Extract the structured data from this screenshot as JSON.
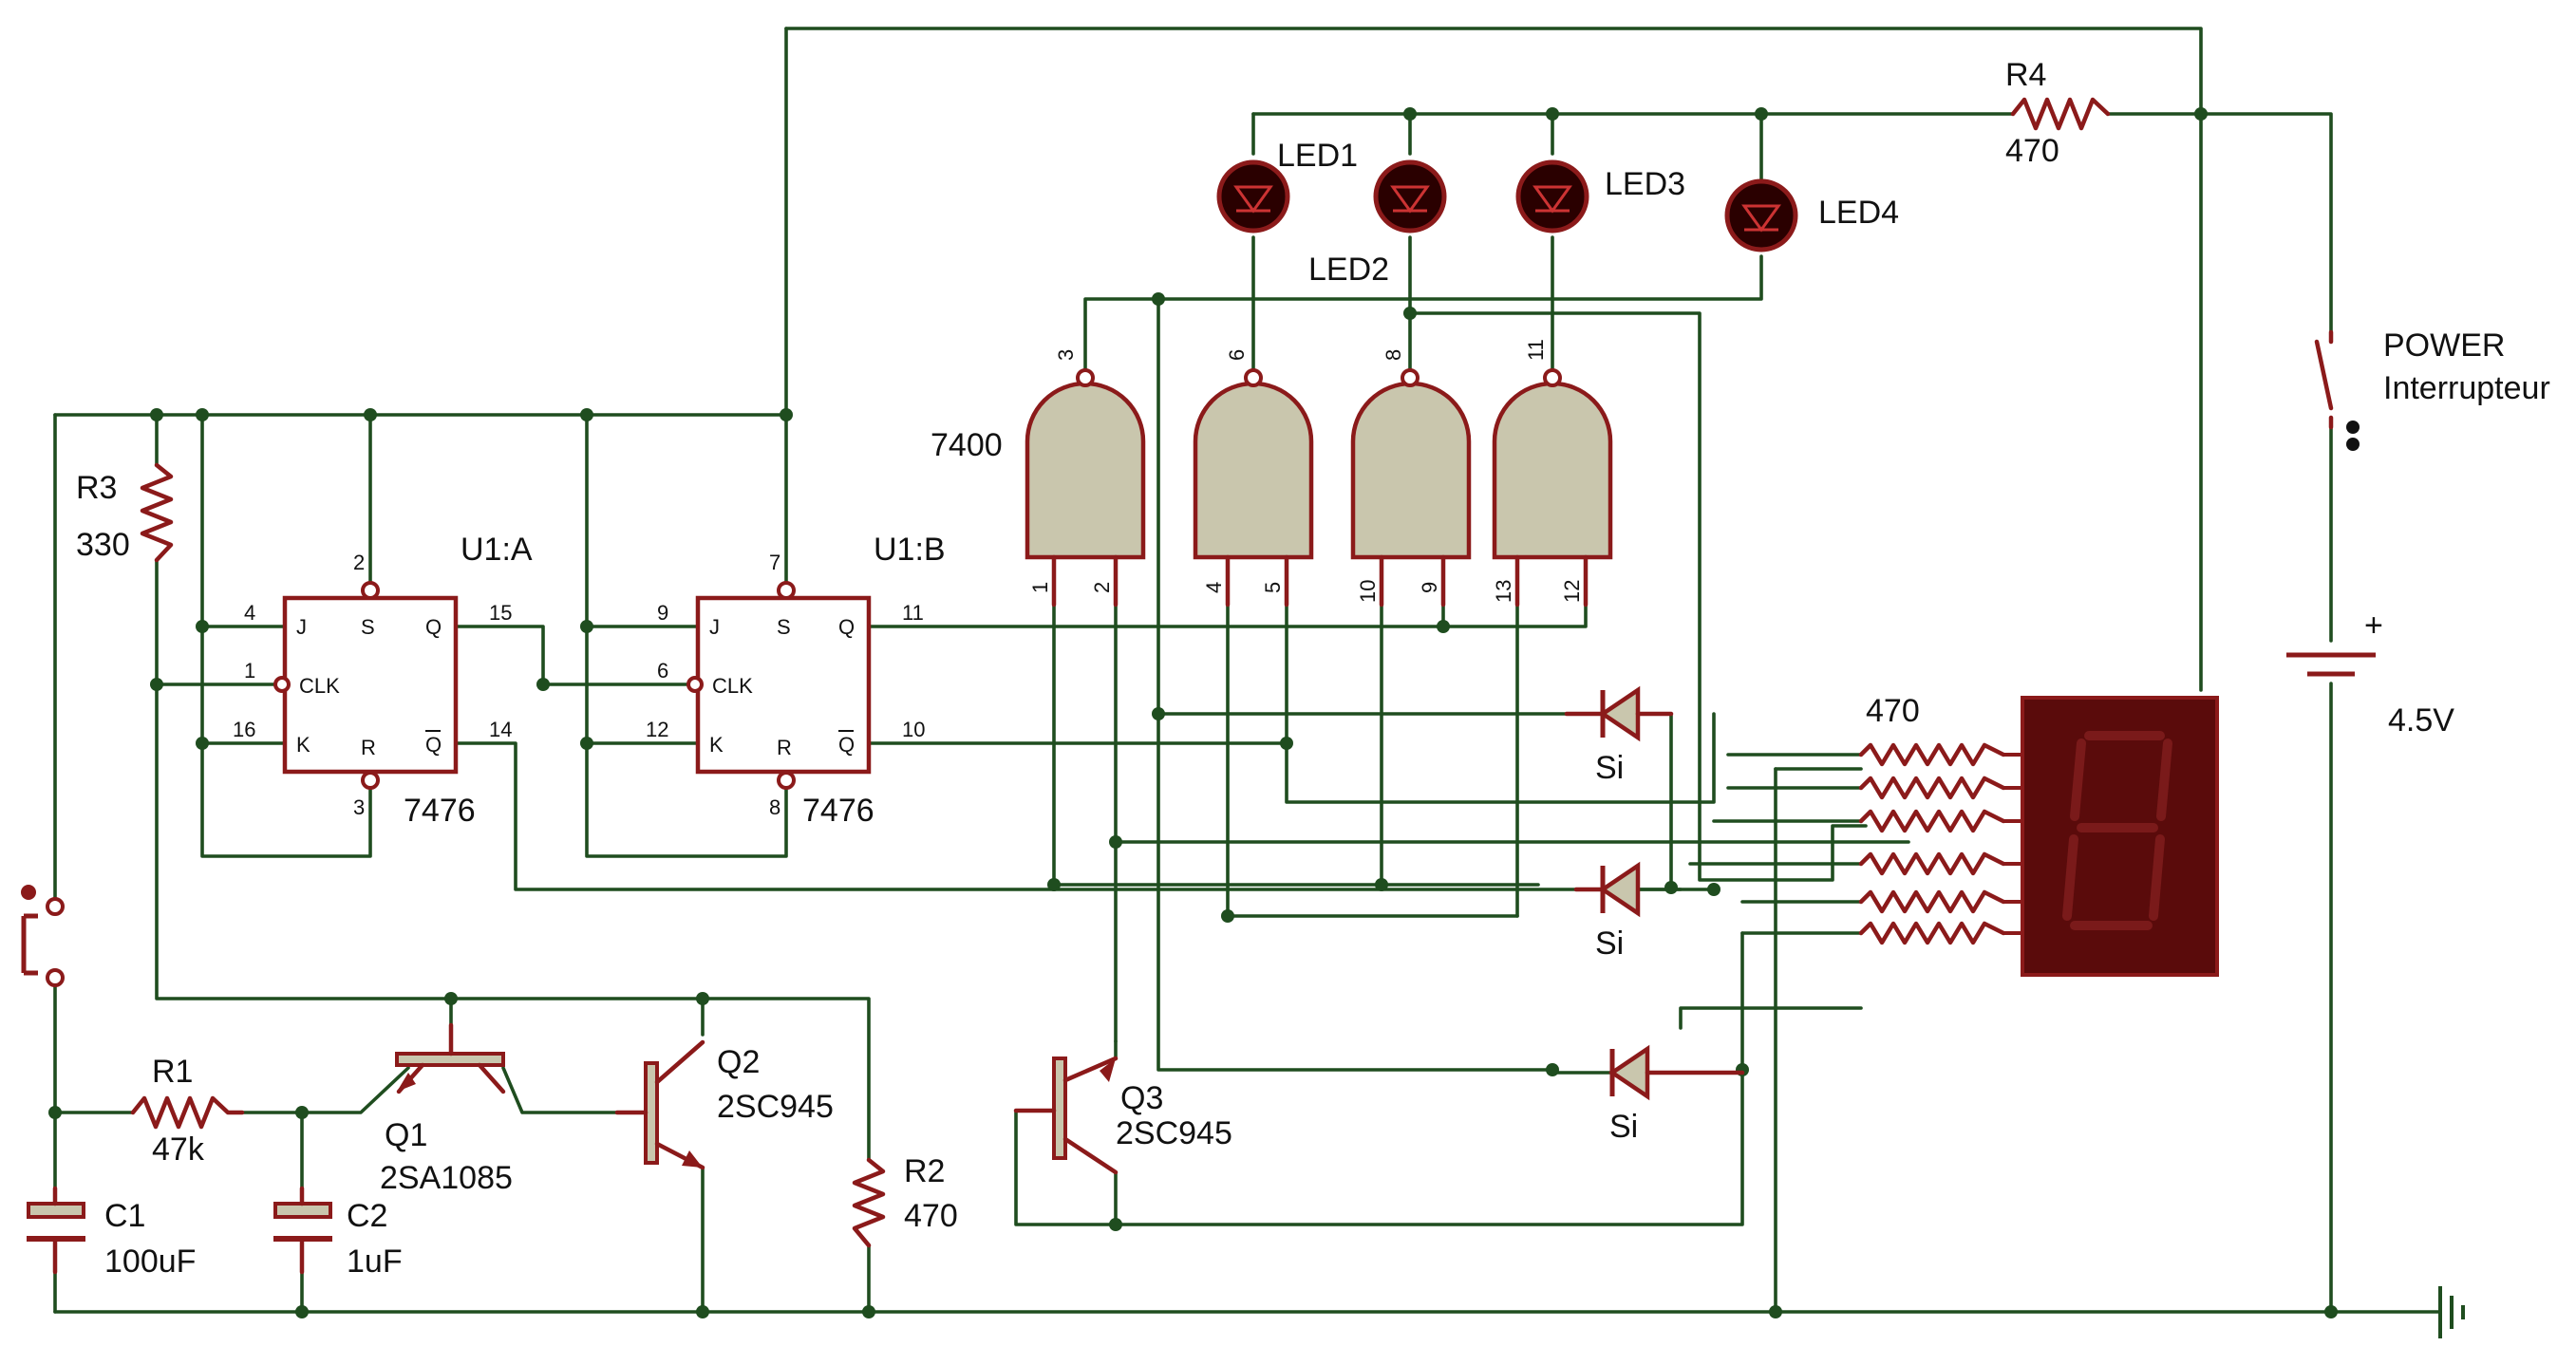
{
  "labels": {
    "r3_ref": "R3",
    "r3_val": "330",
    "r4_ref": "R4",
    "r4_val": "470",
    "r1_ref": "R1",
    "r1_val": "47k",
    "r2_ref": "R2",
    "r2_val": "470",
    "rnet_val": "470",
    "c1_ref": "C1",
    "c1_val": "100uF",
    "c2_ref": "C2",
    "c2_val": "1uF",
    "q1_ref": "Q1",
    "q1_val": "2SA1085",
    "q2_ref": "Q2",
    "q2_val": "2SC945",
    "q3_ref": "Q3",
    "q3_val": "2SC945",
    "u1a_ref": "U1:A",
    "u1b_ref": "U1:B",
    "ff_a_type": "7476",
    "ff_b_type": "7476",
    "nand_type": "7400",
    "led1": "LED1",
    "led2": "LED2",
    "led3": "LED3",
    "led4": "LED4",
    "diode1": "Si",
    "diode2": "Si",
    "diode3": "Si",
    "power_line1": "POWER",
    "power_line2": "Interrupteur",
    "battery_plus": "+",
    "battery_val": "4.5V"
  },
  "ff_pins": {
    "j": "J",
    "clk": "CLK",
    "k": "K",
    "s": "S",
    "r": "R",
    "q": "Q",
    "qbar": "Q",
    "a_j": "4",
    "a_clk": "1",
    "a_k": "16",
    "a_s": "2",
    "a_r": "3",
    "a_q": "15",
    "a_qbar": "14",
    "b_j": "9",
    "b_clk": "6",
    "b_k": "12",
    "b_s": "7",
    "b_r": "8",
    "b_q": "11",
    "b_qbar": "10"
  },
  "nand_pins": {
    "g1_out": "3",
    "g1_in1": "1",
    "g1_in2": "2",
    "g2_out": "6",
    "g2_in1": "4",
    "g2_in2": "5",
    "g3_out": "8",
    "g3_in1": "10",
    "g3_in2": "9",
    "g4_out": "11",
    "g4_in1": "13",
    "g4_in2": "12"
  },
  "colors": {
    "wire": "#1f4d1f",
    "component": "#8b1a1a",
    "gate_fill": "#c9c6ad",
    "seven_seg_bg": "#5a0b0b",
    "seven_seg_segment": "#7a1a1a",
    "led_fill": "#2a0000"
  }
}
